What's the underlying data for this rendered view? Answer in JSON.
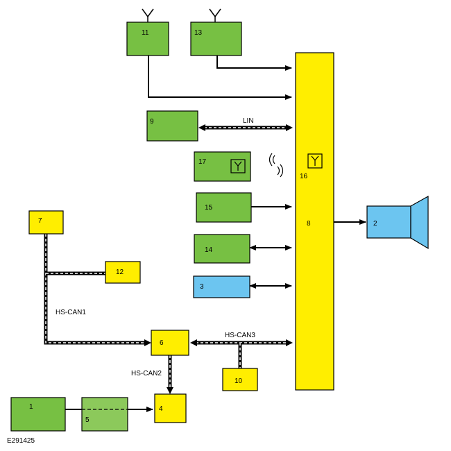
{
  "colors": {
    "green": "#77c043",
    "light_green": "#8cc95b",
    "yellow": "#ffee00",
    "blue": "#6cc5f0",
    "line": "#000000",
    "bus_dash": "#ffffff"
  },
  "components": {
    "c1": "1",
    "c2": "2",
    "c3": "3",
    "c4": "4",
    "c5": "5",
    "c6": "6",
    "c7": "7",
    "c8": "8",
    "c9": "9",
    "c10": "10",
    "c11": "11",
    "c12": "12",
    "c13": "13",
    "c14": "14",
    "c15": "15",
    "c16": "16",
    "c17": "17"
  },
  "buses": {
    "lin": "LIN",
    "hs_can1": "HS-CAN1",
    "hs_can2": "HS-CAN2",
    "hs_can3": "HS-CAN3"
  },
  "icons": {
    "antenna": "antenna-icon",
    "wireless": "wireless-signal-icon",
    "speaker": "speaker-icon"
  },
  "reference": "E291425"
}
